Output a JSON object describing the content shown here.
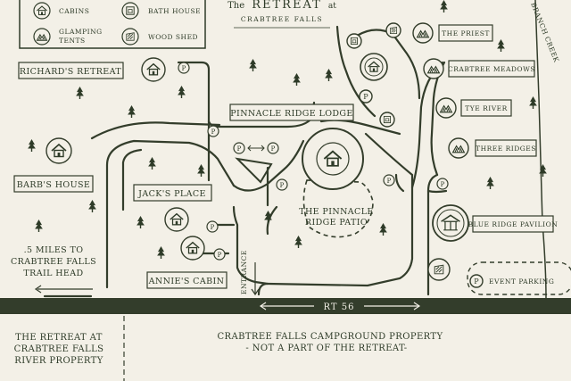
{
  "header": {
    "title_prefix": "The",
    "title_main": "RETREAT",
    "title_suffix": "at",
    "subtitle": "CRABTREE FALLS"
  },
  "legend": {
    "cabins": "CABINS",
    "bath_house": "BATH HOUSE",
    "glamping_line1": "GLAMPING",
    "glamping_line2": "TENTS",
    "wood_shed": "WOOD SHED"
  },
  "places": {
    "richards_retreat": "RICHARD'S RETREAT",
    "pinnacle_ridge_lodge": "PINNACLE RIDGE LODGE",
    "barbs_house": "BARB'S HOUSE",
    "jacks_place": "JACK'S PLACE",
    "annies_cabin": "ANNIE'S CABIN",
    "patio_line1": "THE PINNACLE",
    "patio_line2": "RIDGE PATIO",
    "the_priest": "THE PRIEST",
    "crabtree_meadows": "CRABTREE MEADOWS",
    "tye_river": "TYE RIVER",
    "three_ridges": "THREE RIDGES",
    "blue_ridge_pavilion": "BLUE RIDGE PAVILION",
    "event_parking": "EVENT PARKING",
    "trail_line1": ".5 MILES TO",
    "trail_line2": "CRABTREE FALLS",
    "trail_line3": "TRAIL HEAD",
    "entrance": "ENTRANCE",
    "creek": "BRANCH CREEK",
    "road": "RT 56"
  },
  "parking_symbol": "P",
  "bottom": {
    "left_line1": "THE RETREAT AT",
    "left_line2": "CRABTREE FALLS",
    "left_line3": "RIVER PROPERTY",
    "right_line1": "CRABTREE FALLS CAMPGROUND PROPERTY",
    "right_line2": "-  NOT A PART OF THE RETREAT-"
  },
  "colors": {
    "ink": "#2e3b28",
    "background": "#f3f0e7",
    "road": "#333d2b"
  }
}
